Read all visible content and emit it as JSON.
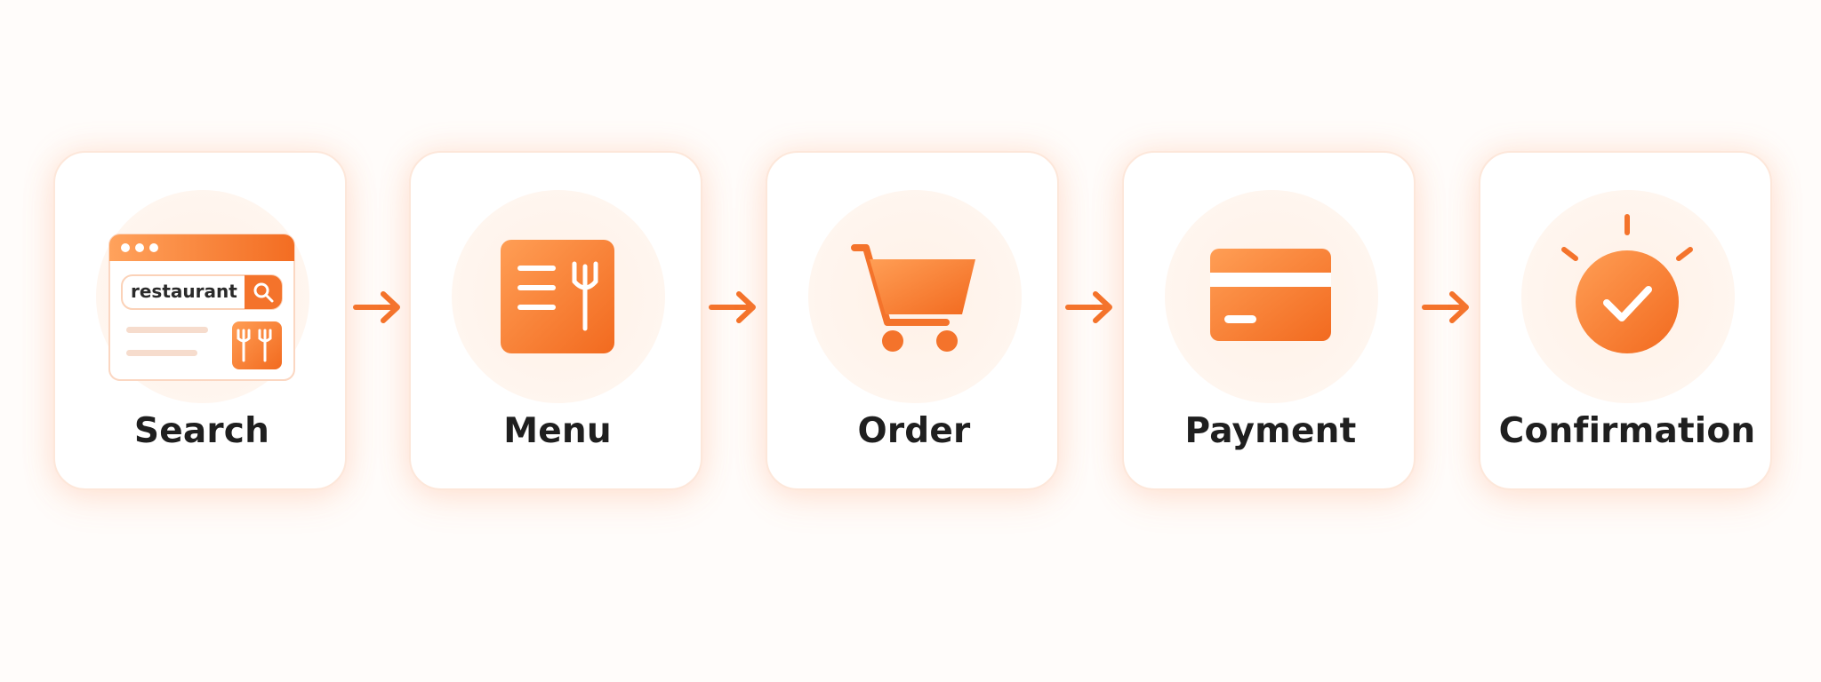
{
  "colors": {
    "accent": "#f4732b",
    "accent_light": "#ff9a4f",
    "text": "#1f1f1f",
    "card_border": "#fde7da"
  },
  "steps": [
    {
      "label": "Search",
      "icon": "browser-search-icon",
      "search_text": "restaurant"
    },
    {
      "label": "Menu",
      "icon": "menu-fork-icon"
    },
    {
      "label": "Order",
      "icon": "shopping-cart-icon"
    },
    {
      "label": "Payment",
      "icon": "credit-card-icon"
    },
    {
      "label": "Confirmation",
      "icon": "checkmark-circle-icon"
    }
  ],
  "connectors": [
    "arrow-right-icon",
    "arrow-right-icon",
    "arrow-right-icon",
    "arrow-right-icon"
  ]
}
